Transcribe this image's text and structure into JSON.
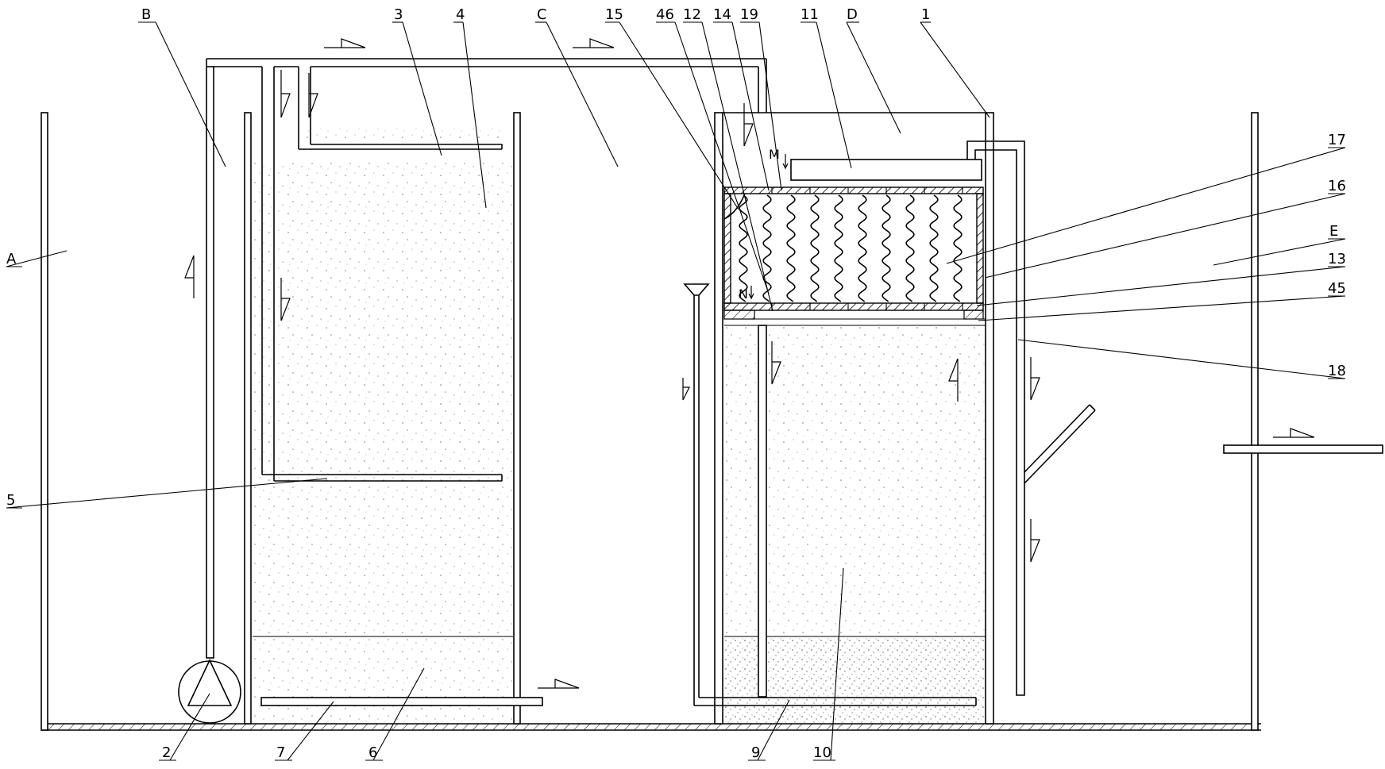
{
  "zones": {
    "A": "A",
    "B": "B",
    "C": "C",
    "D": "D",
    "E": "E"
  },
  "parts": {
    "p1": "1",
    "p2": "2",
    "p3": "3",
    "p4": "4",
    "p5": "5",
    "p6": "6",
    "p7": "7",
    "p9": "9",
    "p10": "10",
    "p11": "11",
    "p12": "12",
    "p13": "13",
    "p14": "14",
    "p15": "15",
    "p16": "16",
    "p17": "17",
    "p18": "18",
    "p19": "19",
    "p45": "45",
    "p46": "46"
  },
  "points": {
    "M": "M",
    "N": "N"
  }
}
